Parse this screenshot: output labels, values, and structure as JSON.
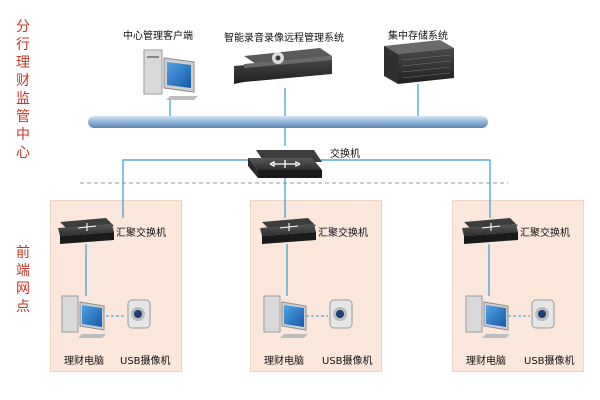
{
  "regions": {
    "top_label": "分\n行\n理\n财\n监\n管\n中\n心",
    "bottom_label": "前\n端\n网\n点"
  },
  "center": {
    "client_label": "中心管理客户端",
    "recorder_label": "智能录音录像远程管理系统",
    "storage_label": "集中存储系统",
    "core_switch_label": "交换机"
  },
  "branches": [
    {
      "switch_label": "汇聚交换机",
      "pc_label": "理财电脑",
      "camera_label": "USB摄像机"
    },
    {
      "switch_label": "汇聚交换机",
      "pc_label": "理财电脑",
      "camera_label": "USB摄像机"
    },
    {
      "switch_label": "汇聚交换机",
      "pc_label": "理财电脑",
      "camera_label": "USB摄像机"
    }
  ],
  "colors": {
    "region_label": "#c0392b",
    "branch_bg": "#fbe7dc",
    "link_line": "#3a9bd5",
    "bus": "#8fb3d9"
  }
}
